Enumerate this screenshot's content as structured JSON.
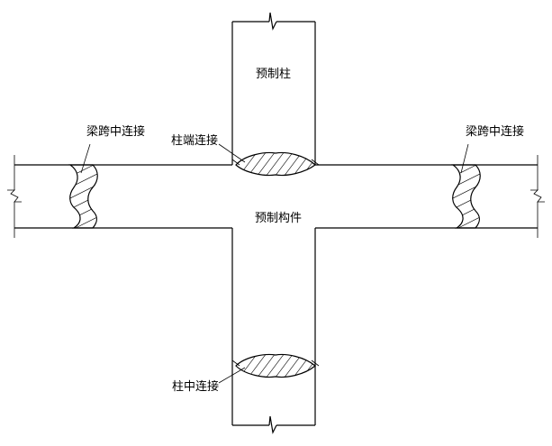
{
  "labels": {
    "prefab_column": "预制柱",
    "column_end_connection": "柱端连接",
    "beam_midspan_connection_left": "梁跨中连接",
    "beam_midspan_connection_right": "梁跨中连接",
    "prefab_member": "预制构件",
    "column_mid_connection": "柱中连接"
  },
  "colors": {
    "line": "#000000",
    "background": "#ffffff"
  }
}
